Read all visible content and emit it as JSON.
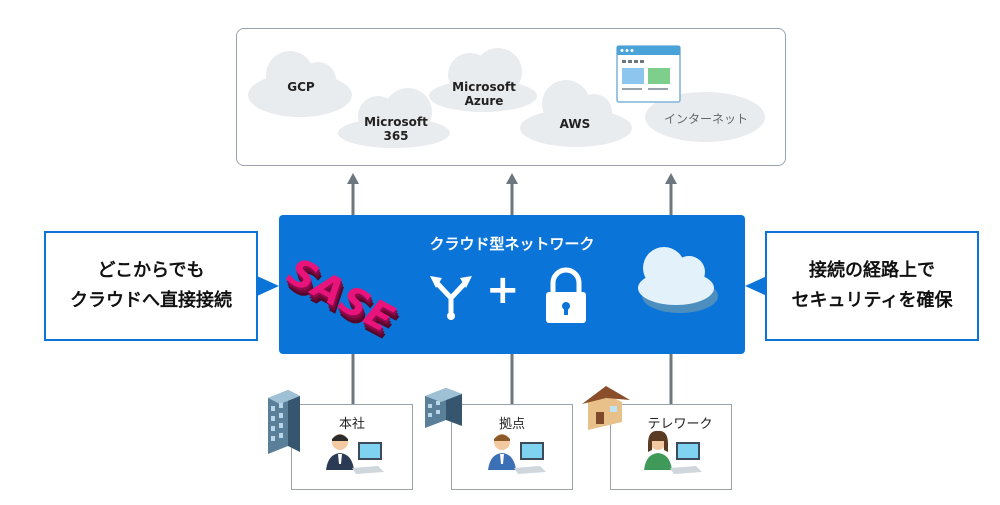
{
  "cloud_services": [
    {
      "id": "gcp",
      "label": "GCP"
    },
    {
      "id": "m365",
      "label": "Microsoft\n365"
    },
    {
      "id": "azure",
      "label": "Microsoft\nAzure"
    },
    {
      "id": "aws",
      "label": "AWS"
    }
  ],
  "internet_label": "インターネット",
  "network": {
    "title": "クラウド型ネットワーク",
    "sase_logo": "SASE",
    "plus": "+"
  },
  "callouts": {
    "left": "どこからでも\nクラウドへ直接接続",
    "right": "接続の経路上で\nセキュリティを確保"
  },
  "sites": [
    {
      "label": "本社"
    },
    {
      "label": "拠点"
    },
    {
      "label": "テレワーク"
    }
  ],
  "colors": {
    "network_blue": "#0b74d8",
    "sase_pink": "#e8137b",
    "cloud_gray": "#e9ecef",
    "arrow_gray": "#6d7780"
  }
}
